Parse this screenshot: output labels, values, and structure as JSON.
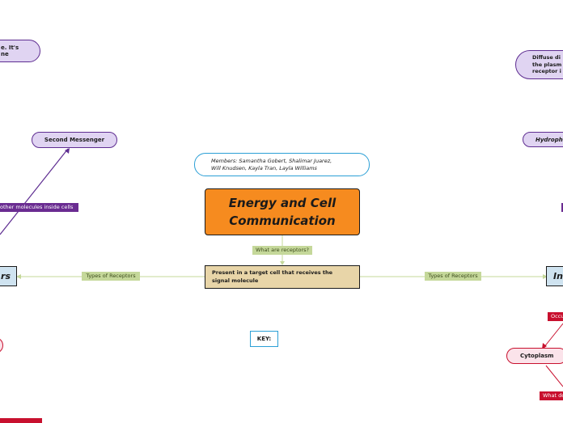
{
  "central": {
    "title_line1": "Energy and Cell",
    "title_line2": "Communication"
  },
  "members": {
    "line1": "Members: Samantha Gobert, Shalimar Juarez,",
    "line2": "Will Knudsen, Kayla Tran, Layla Williams"
  },
  "link_receptors": "What are receptors?",
  "definition": {
    "line1": "Present in a target cell that receives the",
    "line2": "signal molecule"
  },
  "left_branch": {
    "link_types": "Types of Receptors",
    "node_partial": "rs",
    "second_messenger": "Second Messenger",
    "link_other_molecules": "other molecules inside cells",
    "top_partial_line1": "e. It's",
    "top_partial_line2": "ne"
  },
  "right_branch": {
    "link_types": "Types of Receptors",
    "node_partial": "In",
    "top_partial_line1": "Diffuse di",
    "top_partial_line2": "the plasm",
    "top_partial_line3": "receptor i",
    "hydrophobic_partial": "Hydroph",
    "occurs_partial": "Occu",
    "cytoplasm": "Cytoplasm",
    "what_partial": "What do"
  },
  "key_label": "KEY:",
  "colors": {
    "central_fill": "#f68b1f",
    "definition_fill": "#e8d5a8",
    "link_green": "#c5d89a",
    "purple_node": "#e0d4f2",
    "purple_border": "#5e2d91",
    "purple_label": "#6a2c91",
    "blue_node": "#cfe3f0",
    "blue_border": "#2b9fd6",
    "pink_node": "#fbe3ea",
    "red_border": "#c8102e",
    "red_label": "#c8102e"
  }
}
